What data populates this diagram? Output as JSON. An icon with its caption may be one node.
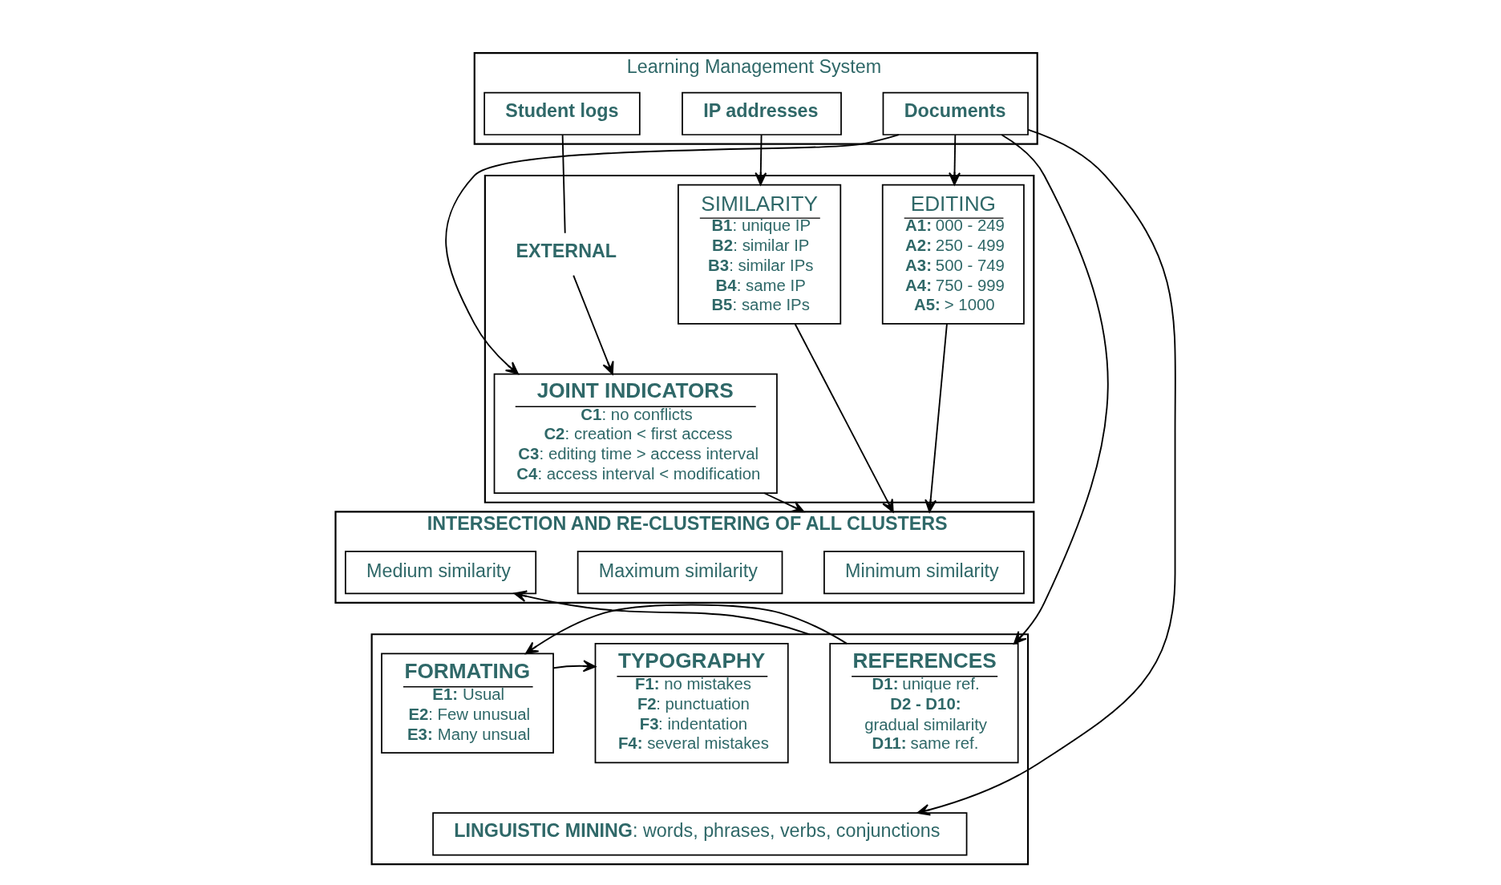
{
  "diagram": {
    "nodes": [
      {
        "text": [
          "Learning Management System"
        ]
      },
      {
        "text": [
          "Documents"
        ],
        "in": 0
      },
      {
        "text": [
          "Student logs"
        ],
        "in": 0
      },
      {
        "text": [
          "IP addresses"
        ],
        "in": 0
      },
      {
        "text": [],
        "shape": "box"
      },
      {
        "text": [
          "EDITING",
          "**A1:** 000 - 249",
          "**A2:** 250 - 499",
          "**A3:** 500 - 749",
          "**A4:** 750 - 999",
          "**A5:** > 1000"
        ],
        "in": 4
      },
      {
        "text": [
          "EXTERNAL"
        ],
        "in": 4
      },
      {
        "text": [
          "JOINT INDICATORS",
          "**C1**: no conflicts",
          "**C2**: creation < first access",
          "**C3**: editing time > access interval",
          "**C4**: access interval < modification"
        ],
        "in": 4
      },
      {
        "text": [
          "SIMILARITY",
          "**B1**: unique IP",
          "**B2**: similar IP",
          "**B3**: similar IPs",
          "**B4**: same IP",
          "**B5**: same IPs"
        ],
        "in": 4
      },
      {
        "text": [
          "INTERSECTION AND RE-CLUSTERING OF ALL CLUSTERS"
        ]
      },
      {
        "text": [
          "Minimum similarity"
        ],
        "in": 9
      },
      {
        "text": [
          "Medium similarity"
        ],
        "in": 9
      },
      {
        "text": [
          "Maximum similarity"
        ],
        "in": 9
      },
      {
        "text": [],
        "shape": "box"
      },
      {
        "text": [
          "REFERENCES",
          "**D1:** unique ref.",
          "**D2 - D10:**",
          "gradual similarity",
          "**D11:** same ref."
        ],
        "in": 13
      },
      {
        "text": [
          "FORMATING",
          "**E1:** Usual",
          "**E2**: Few unusual",
          "**E3:** Many unsual"
        ],
        "in": 13
      },
      {
        "text": [
          "TYPOGRAPHY",
          "**F1:** no mistakes",
          "**F2**: punctuation",
          "**F3**: indentation",
          "**F4:** several mistakes"
        ],
        "in": 13
      },
      {
        "text": [
          "**LINGUISTIC MINING**: words, phrases, verbs, conjunctions"
        ],
        "in": 13
      }
    ],
    "edges": [
      {
        "from": 1,
        "to": 5,
        "arrow": "to"
      },
      {
        "from": 1,
        "to": 7,
        "arrow": "to"
      },
      {
        "from": 2,
        "to": 6,
        "arrow": "none"
      },
      {
        "from": 6,
        "to": 7,
        "arrow": "to"
      },
      {
        "from": 3,
        "to": 8,
        "arrow": "to"
      },
      {
        "from": 5,
        "to": 9,
        "arrow": "to"
      },
      {
        "from": 7,
        "to": 9,
        "arrow": "to"
      },
      {
        "from": 8,
        "to": 9,
        "arrow": "to"
      },
      {
        "from": 13,
        "to": 11,
        "arrow": "to"
      },
      {
        "from": 1,
        "to": 14,
        "arrow": "to"
      },
      {
        "from": 1,
        "to": 17,
        "arrow": "to"
      },
      {
        "from": 14,
        "to": 15,
        "arrow": "to"
      },
      {
        "from": 15,
        "to": 16,
        "arrow": "to"
      }
    ]
  }
}
